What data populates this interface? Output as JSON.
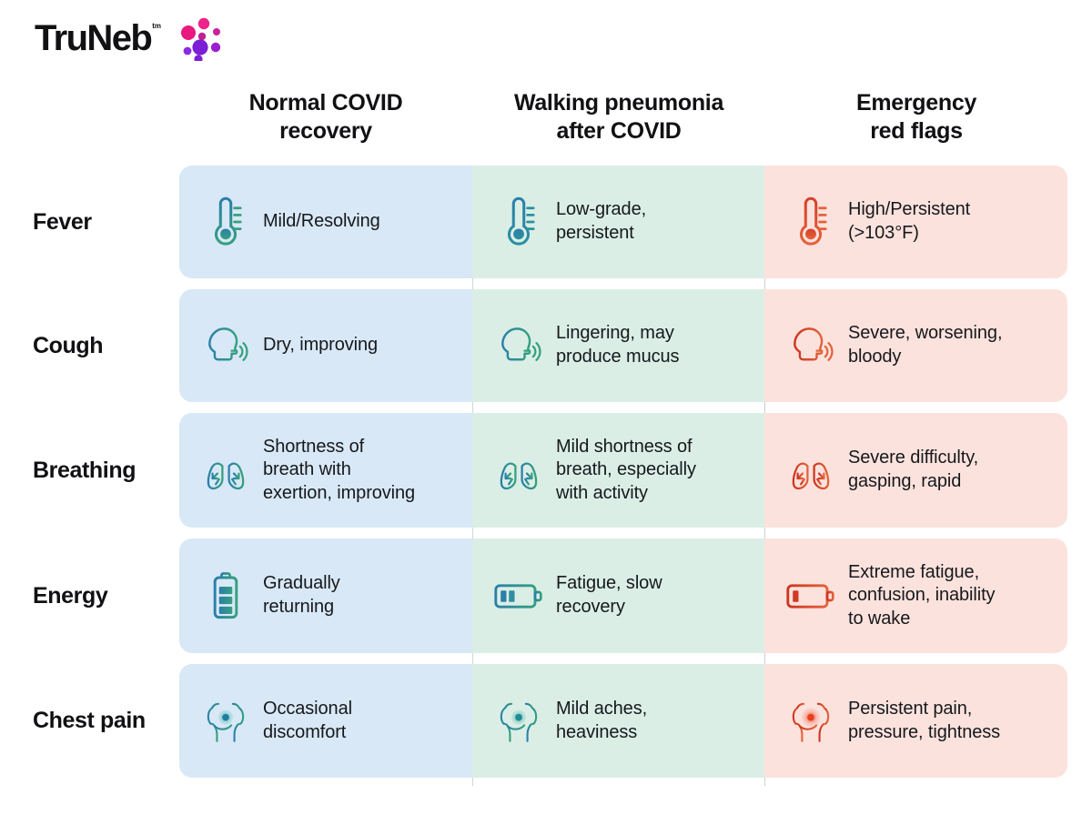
{
  "brand": {
    "name": "TruNeb",
    "trademark": "tm",
    "dot_colors": [
      "#e8197f",
      "#f02c8e",
      "#7b1fd6",
      "#8a2be2",
      "#d41a7a",
      "#a21ccf"
    ]
  },
  "palette": {
    "col_normal_bg": "#d8e8f6",
    "col_walking_bg": "#daeee6",
    "col_emergency_bg": "#fce2dd",
    "icon_normal": "#2b7fa8",
    "icon_normal_2": "#3aa17e",
    "icon_walking": "#2b7fa8",
    "icon_walking_2": "#35a07e",
    "icon_emergency": "#d6402a",
    "icon_emergency_2": "#e4623a",
    "text": "#16181c",
    "heading": "#111114"
  },
  "columns": [
    {
      "key": "normal",
      "label": "Normal COVID\nrecovery"
    },
    {
      "key": "walking",
      "label": "Walking pneumonia\nafter COVID"
    },
    {
      "key": "emergency",
      "label": "Emergency\nred flags"
    }
  ],
  "rows": [
    {
      "label": "Fever",
      "icon": "thermometer-icon",
      "cells": [
        "Mild/Resolving",
        "Low-grade,\npersistent",
        "High/Persistent\n(>103°F)"
      ]
    },
    {
      "label": "Cough",
      "icon": "coughing-head-icon",
      "cells": [
        "Dry, improving",
        "Lingering, may\nproduce mucus",
        "Severe, worsening,\nbloody"
      ]
    },
    {
      "label": "Breathing",
      "icon": "lungs-icon",
      "cells": [
        "Shortness of\nbreath with\nexertion, improving",
        "Mild shortness of\nbreath, especially\nwith activity",
        "Severe difficulty,\ngasping, rapid"
      ]
    },
    {
      "label": "Energy",
      "icon": "battery-icon",
      "cells": [
        "Gradually\nreturning",
        "Fatigue, slow\nrecovery",
        "Extreme fatigue,\nconfusion, inability\nto wake"
      ]
    },
    {
      "label": "Chest pain",
      "icon": "chest-torso-icon",
      "cells": [
        "Occasional\ndiscomfort",
        "Mild aches,\nheaviness",
        "Persistent pain,\npressure, tightness"
      ]
    }
  ]
}
